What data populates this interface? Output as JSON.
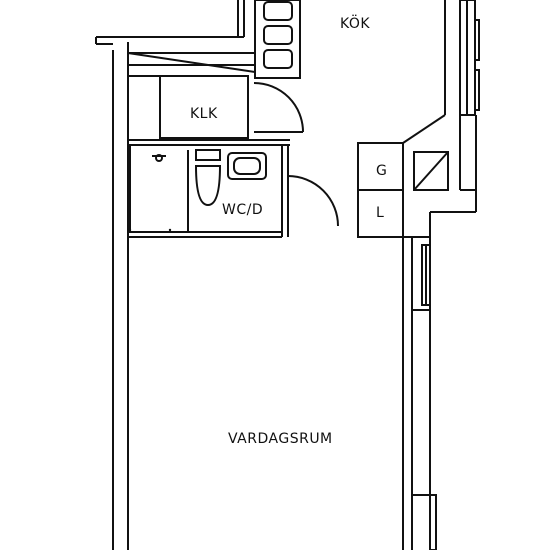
{
  "rooms": {
    "kok": "KÖK",
    "klk": "KLK",
    "wc": "WC/D",
    "g": "G",
    "l": "L",
    "vardagsrum": "VARDAGSRUM"
  }
}
